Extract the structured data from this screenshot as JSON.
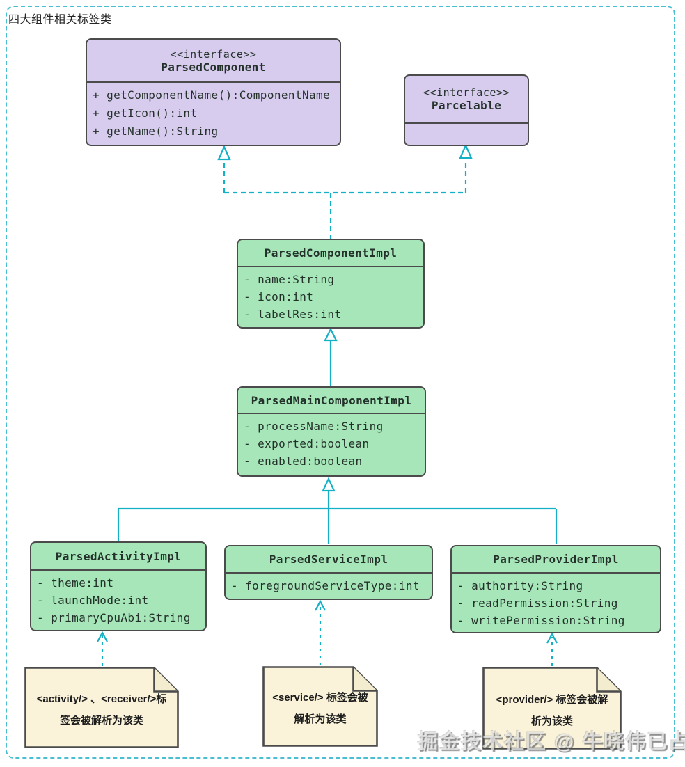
{
  "frame": {
    "title": "四大组件相关标签类"
  },
  "colors": {
    "interface_fill": "#d7cbee",
    "class_fill": "#a6e6b9",
    "note_fill": "#faf3da",
    "box_border": "#4b4b4b",
    "connector": "#14b0c6",
    "frame_border": "#4bbfd2"
  },
  "interfaces": {
    "parsed_component": {
      "stereotype": "<<interface>>",
      "name": "ParsedComponent",
      "members": [
        "+ getComponentName():ComponentName",
        "+ getIcon():int",
        "+ getName():String"
      ]
    },
    "parcelable": {
      "stereotype": "<<interface>>",
      "name": "Parcelable"
    }
  },
  "classes": {
    "parsed_component_impl": {
      "name": "ParsedComponentImpl",
      "members": [
        "- name:String",
        "- icon:int",
        "- labelRes:int"
      ]
    },
    "parsed_main_component_impl": {
      "name": "ParsedMainComponentImpl",
      "members": [
        "- processName:String",
        "- exported:boolean",
        "- enabled:boolean"
      ]
    },
    "parsed_activity_impl": {
      "name": "ParsedActivityImpl",
      "members": [
        "- theme:int",
        "- launchMode:int",
        "- primaryCpuAbi:String"
      ]
    },
    "parsed_service_impl": {
      "name": "ParsedServiceImpl",
      "members": [
        "- foregroundServiceType:int"
      ]
    },
    "parsed_provider_impl": {
      "name": "ParsedProviderImpl",
      "members": [
        "- authority:String",
        "- readPermission:String",
        "- writePermission:String"
      ]
    }
  },
  "notes": {
    "activity": {
      "lines": [
        "<activity/> 、<receiver/>标",
        "签会被解析为该类"
      ]
    },
    "service": {
      "lines": [
        "<service/> 标签会被",
        "解析为该类"
      ]
    },
    "provider": {
      "lines": [
        "<provider/> 标签会被解",
        "析为该类"
      ]
    }
  },
  "watermark": "掘金技术社区 @ 牛晓伟已占用"
}
